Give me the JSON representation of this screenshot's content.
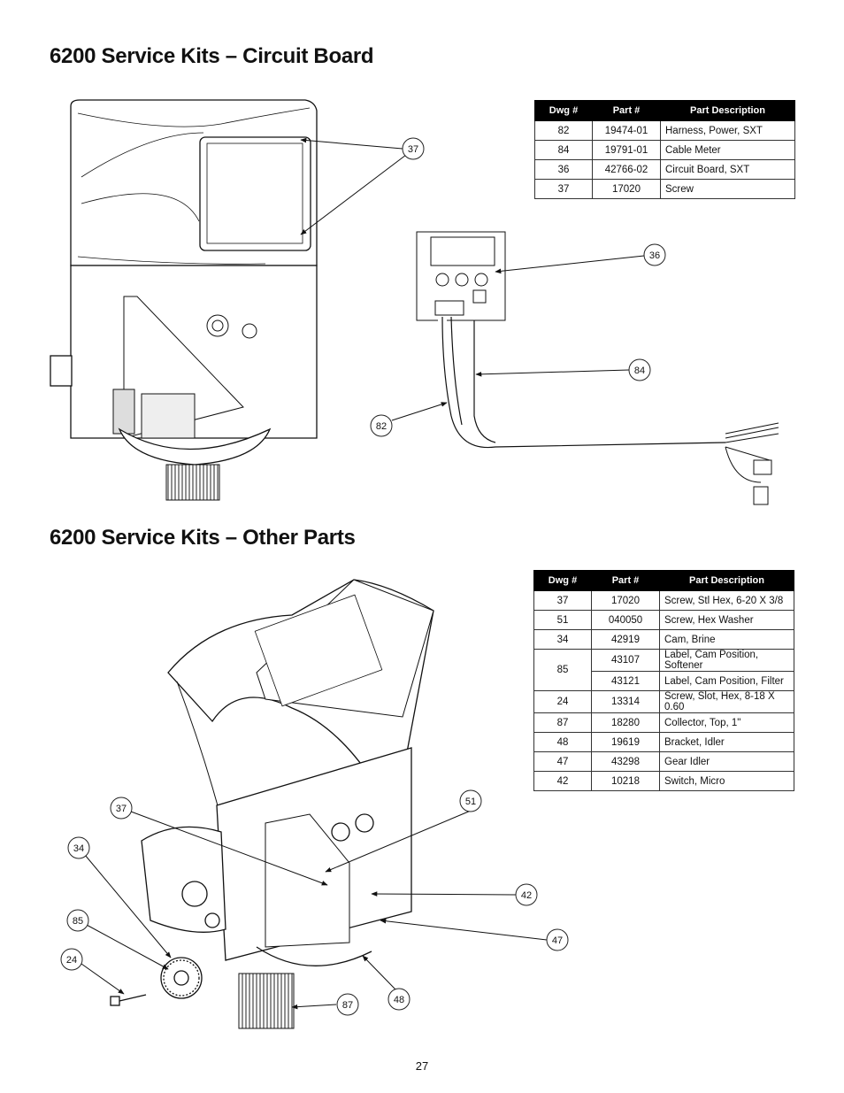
{
  "section1": {
    "title": "6200 Service Kits – Circuit Board",
    "table": {
      "headers": [
        "Dwg #",
        "Part #",
        "Part Description"
      ],
      "rows": [
        {
          "dwg": "82",
          "part": "19474-01",
          "desc": "Harness, Power, SXT"
        },
        {
          "dwg": "84",
          "part": "19791-01",
          "desc": "Cable Meter"
        },
        {
          "dwg": "36",
          "part": "42766-02",
          "desc": "Circuit Board, SXT"
        },
        {
          "dwg": "37",
          "part": "17020",
          "desc": "Screw"
        }
      ]
    },
    "callouts": [
      "37",
      "36",
      "84",
      "82"
    ]
  },
  "section2": {
    "title": "6200 Service Kits – Other Parts",
    "table": {
      "headers": [
        "Dwg #",
        "Part #",
        "Part Description"
      ],
      "rows": [
        {
          "dwg": "37",
          "part": "17020",
          "desc": "Screw, Stl Hex, 6-20 X 3/8"
        },
        {
          "dwg": "51",
          "part": "040050",
          "desc": "Screw, Hex Washer"
        },
        {
          "dwg": "34",
          "part": "42919",
          "desc": "Cam, Brine"
        },
        {
          "dwg": "85",
          "part": "43107",
          "desc": "Label, Cam Position, Softener"
        },
        {
          "dwg": "",
          "part": "43121",
          "desc": "Label, Cam Position, Filter"
        },
        {
          "dwg": "24",
          "part": "13314",
          "desc": "Screw, Slot, Hex, 8-18 X 0.60"
        },
        {
          "dwg": "87",
          "part": "18280",
          "desc": "Collector, Top, 1\""
        },
        {
          "dwg": "48",
          "part": "19619",
          "desc": "Bracket, Idler"
        },
        {
          "dwg": "47",
          "part": "43298",
          "desc": "Gear Idler"
        },
        {
          "dwg": "42",
          "part": "10218",
          "desc": "Switch, Micro"
        }
      ]
    },
    "callouts": [
      "37",
      "34",
      "85",
      "24",
      "51",
      "42",
      "47",
      "87",
      "48"
    ]
  },
  "page_number": "27"
}
